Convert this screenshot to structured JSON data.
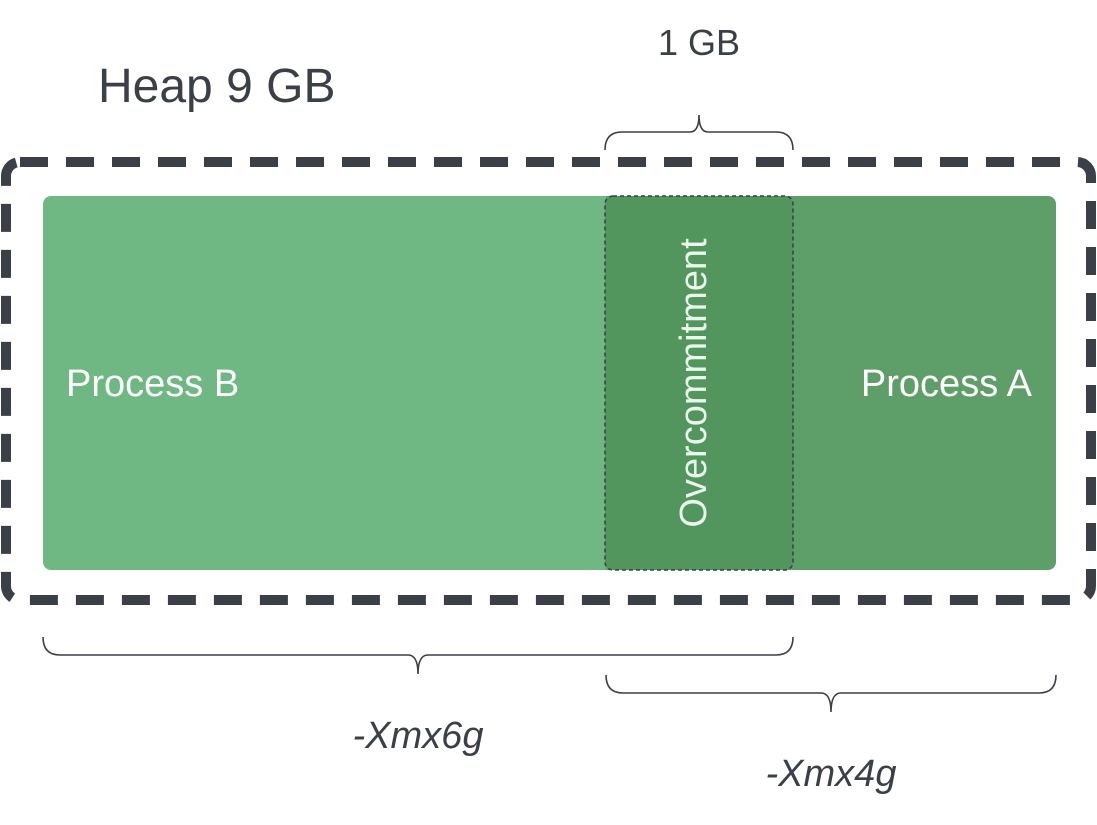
{
  "title": "Heap 9 GB",
  "overcommit_size_label": "1 GB",
  "segments": {
    "process_b": {
      "label": "Process B",
      "color": "#6fb783"
    },
    "overcommitment": {
      "label": "Overcommitment",
      "color": "#52965e"
    },
    "process_a": {
      "label": "Process A",
      "color": "#5e9e69"
    }
  },
  "braces": {
    "process_b_limit": "-Xmx6g",
    "process_a_limit": "-Xmx4g"
  },
  "colors": {
    "text": "#3a3f48",
    "outline": "#3a3f48",
    "segment_text": "#ffffff"
  }
}
